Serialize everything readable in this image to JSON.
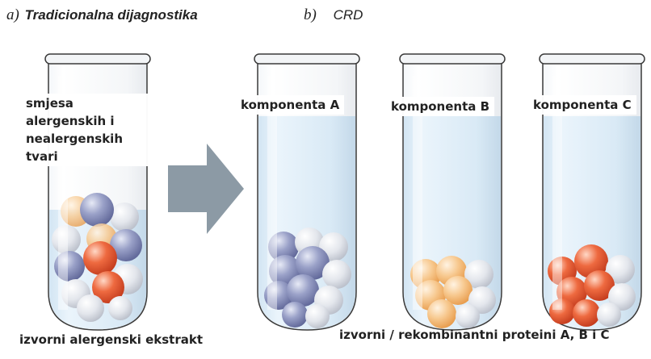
{
  "panel_a": {
    "letter": "a)",
    "title": "Tradicionalna dijagnostika",
    "tube_label": "smjesa alergenskih i nealergenskih tvari",
    "caption": "izvorni alergenski ekstrakt"
  },
  "panel_b": {
    "letter": "b)",
    "title": "CRD",
    "tubes": [
      {
        "label": "komponenta A"
      },
      {
        "label": "komponenta B"
      },
      {
        "label": "komponenta C"
      }
    ],
    "caption": "izvorni / rekombinantni proteini A, B i C"
  },
  "colors": {
    "arrow": "#8c9aa5",
    "liquid": "#dbeaf6",
    "glass_edge": "#3a3a3a",
    "blue_sphere": "#8f97c0",
    "orange_sphere": "#f2b36a",
    "red_sphere": "#e0552e",
    "grey_sphere": "#d4d7de"
  }
}
